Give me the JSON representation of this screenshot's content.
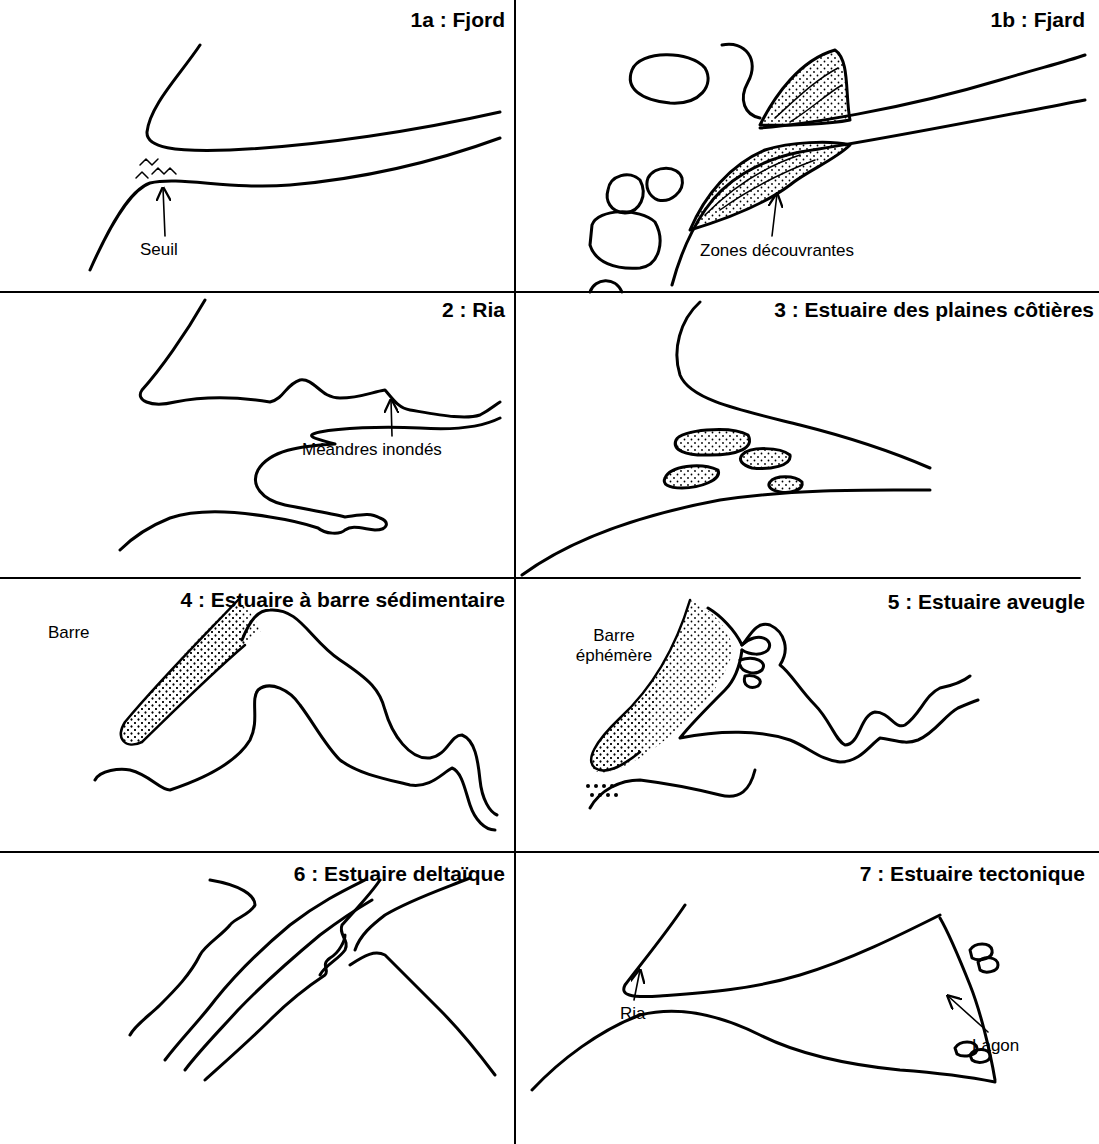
{
  "diagram": {
    "labels": [
      "1a : Fjord",
      "Seuil",
      "1b : Fjard",
      "Zones découvrantes",
      "2 : Ria",
      "Méandres inondés",
      "3 : Estuaire des plaines côtières",
      "4 : Estuaire à barre sédimentaire",
      "Barre",
      "5 : Estuaire aveugle",
      "Barre éphémère",
      "6 : Estuaire deltaïque",
      "7 : Estuaire tectonique",
      "Ria",
      "Lagon"
    ]
  }
}
